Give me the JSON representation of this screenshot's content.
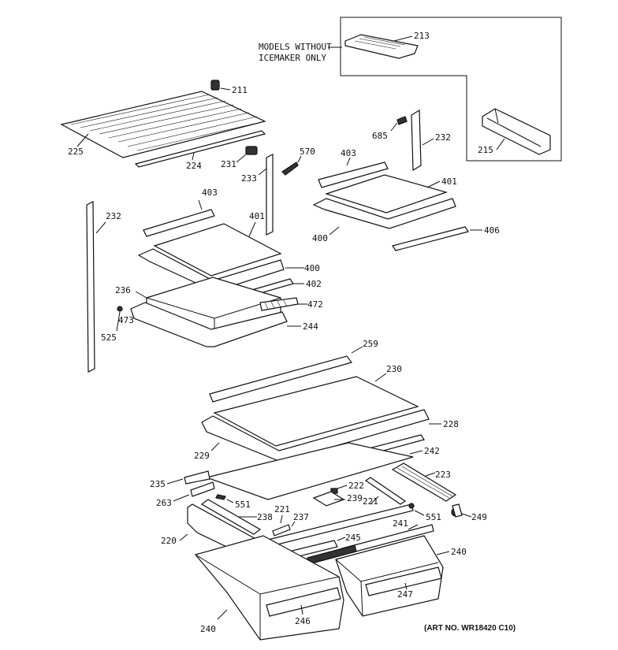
{
  "diagram": {
    "note_line1": "MODELS WITHOUT",
    "note_line2": "ICEMAKER ONLY",
    "art_no": "(ART NO. WR18420 C10)",
    "labels": [
      {
        "id": "211",
        "text": "211"
      },
      {
        "id": "213",
        "text": "213"
      },
      {
        "id": "215",
        "text": "215"
      },
      {
        "id": "225",
        "text": "225"
      },
      {
        "id": "224",
        "text": "224"
      },
      {
        "id": "231",
        "text": "231"
      },
      {
        "id": "233",
        "text": "233"
      },
      {
        "id": "570",
        "text": "570"
      },
      {
        "id": "685",
        "text": "685"
      },
      {
        "id": "232a",
        "text": "232"
      },
      {
        "id": "403a",
        "text": "403"
      },
      {
        "id": "401a",
        "text": "401"
      },
      {
        "id": "400a",
        "text": "400"
      },
      {
        "id": "406",
        "text": "406"
      },
      {
        "id": "232b",
        "text": "232"
      },
      {
        "id": "403b",
        "text": "403"
      },
      {
        "id": "401b",
        "text": "401"
      },
      {
        "id": "400b",
        "text": "400"
      },
      {
        "id": "402",
        "text": "402"
      },
      {
        "id": "236",
        "text": "236"
      },
      {
        "id": "472",
        "text": "472"
      },
      {
        "id": "473",
        "text": "473"
      },
      {
        "id": "525",
        "text": "525"
      },
      {
        "id": "244",
        "text": "244"
      },
      {
        "id": "259",
        "text": "259"
      },
      {
        "id": "230",
        "text": "230"
      },
      {
        "id": "228",
        "text": "228"
      },
      {
        "id": "229",
        "text": "229"
      },
      {
        "id": "242",
        "text": "242"
      },
      {
        "id": "223",
        "text": "223"
      },
      {
        "id": "235",
        "text": "235"
      },
      {
        "id": "222",
        "text": "222"
      },
      {
        "id": "263",
        "text": "263"
      },
      {
        "id": "239",
        "text": "239"
      },
      {
        "id": "221a",
        "text": "221"
      },
      {
        "id": "551a",
        "text": "551"
      },
      {
        "id": "238",
        "text": "238"
      },
      {
        "id": "237",
        "text": "237"
      },
      {
        "id": "221b",
        "text": "221"
      },
      {
        "id": "551b",
        "text": "551"
      },
      {
        "id": "249",
        "text": "249"
      },
      {
        "id": "220",
        "text": "220"
      },
      {
        "id": "241",
        "text": "241"
      },
      {
        "id": "245",
        "text": "245"
      },
      {
        "id": "240a",
        "text": "240"
      },
      {
        "id": "247",
        "text": "247"
      },
      {
        "id": "246",
        "text": "246"
      },
      {
        "id": "240b",
        "text": "240"
      }
    ]
  }
}
